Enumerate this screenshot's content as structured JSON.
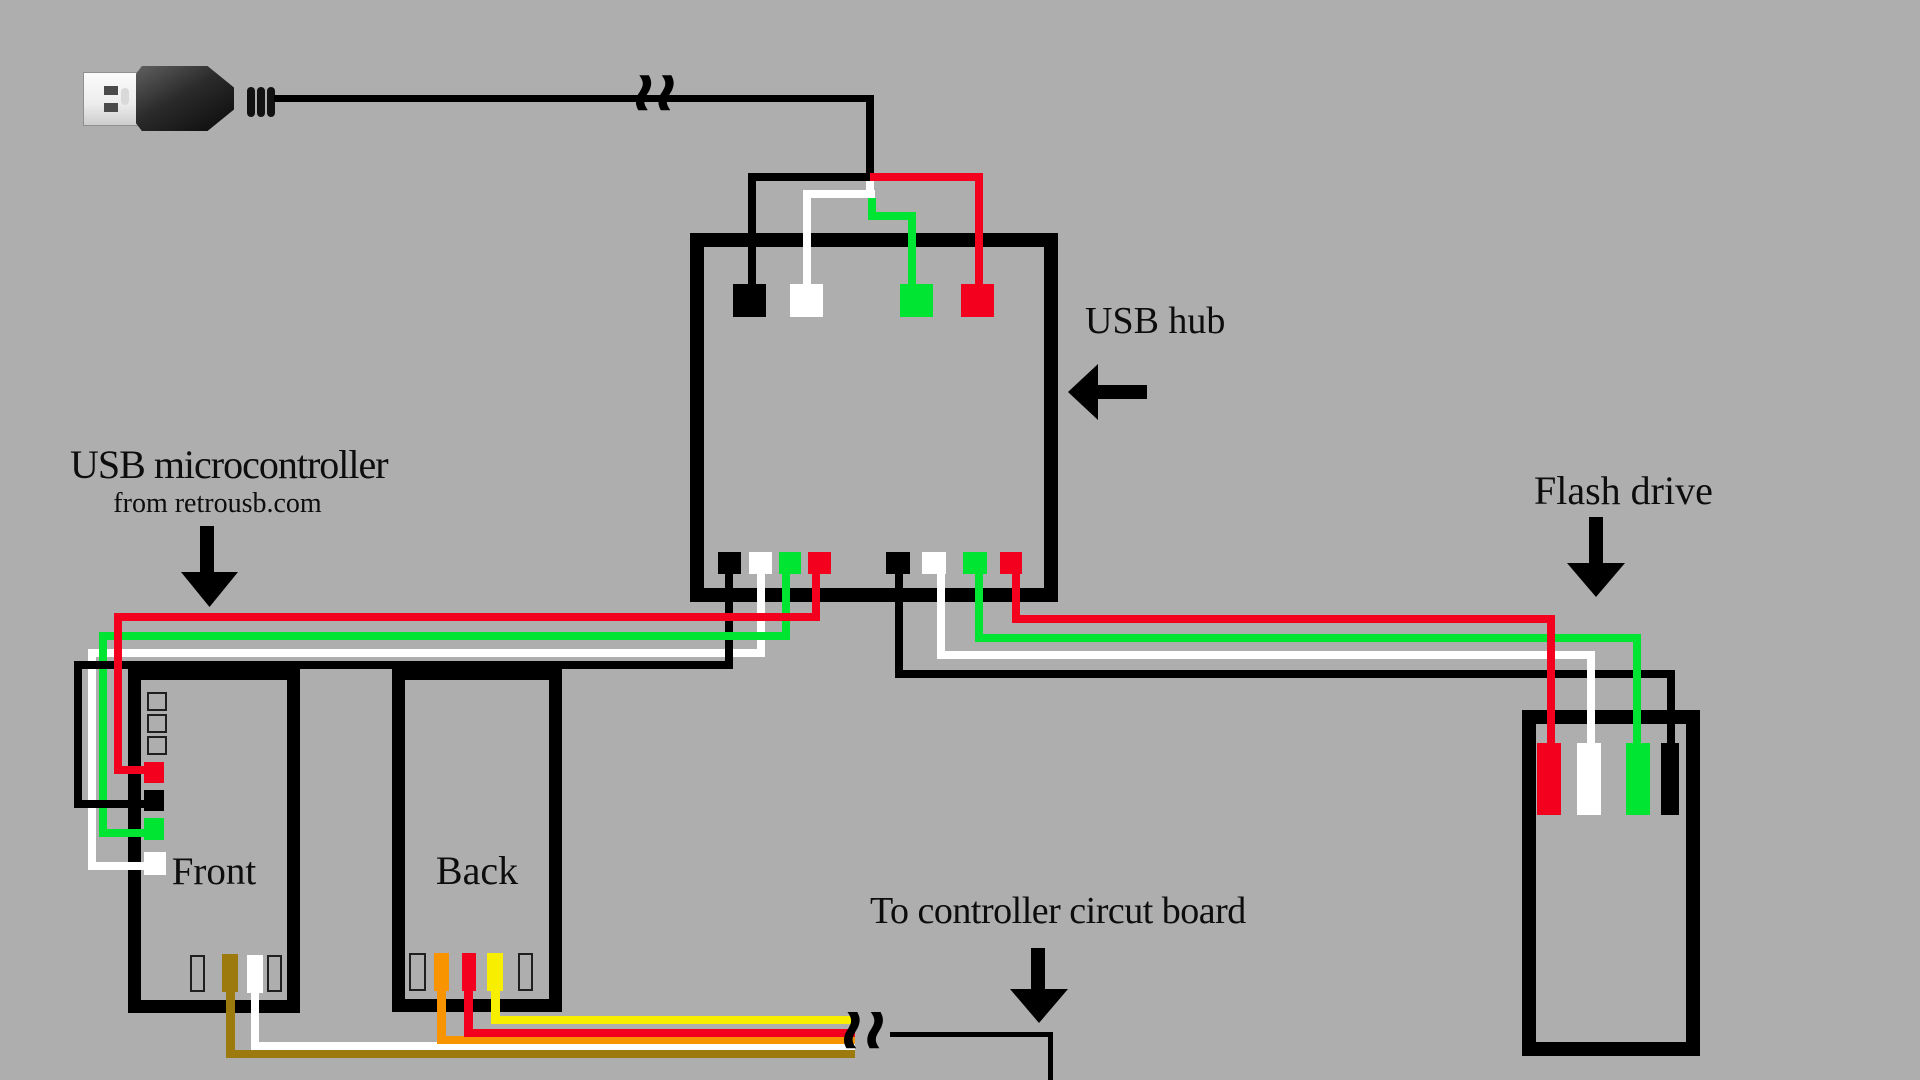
{
  "scene": {
    "description": "Hand-drawn wiring diagram showing a USB plug cable into a USB hub, hub wired to a USB microcontroller board (Front/Back views) and to a flash drive, with a separate wire bundle going to a controller circuit board"
  },
  "labels": {
    "usb_hub": "USB hub",
    "usb_microcontroller_title": "USB microcontroller",
    "usb_microcontroller_subtitle": "from retrousb.com",
    "flash_drive": "Flash drive",
    "to_controller": "To controller circut board",
    "front_board": "Front",
    "back_board": "Back"
  },
  "symbols": {
    "cable_break_top": "≀≀",
    "cable_break_bottom": "≀≀"
  },
  "colors": {
    "background": "#aeaeae",
    "wire-black": "#000000",
    "wire-white": "#ffffff",
    "wire-red": "#f3001e",
    "wire-green": "#00e432",
    "wire-brown": "#9c7a0e",
    "wire-orange": "#f79400",
    "wire-yellow": "#f8ef00",
    "box-outline": "#000000"
  },
  "pads": {
    "hub_top": [
      "black",
      "white",
      "green",
      "red"
    ],
    "hub_bottom_left": [
      "black",
      "white",
      "green",
      "red"
    ],
    "hub_bottom_right": [
      "black",
      "white",
      "green",
      "red"
    ],
    "front_left": [
      "red",
      "black",
      "green",
      "white"
    ],
    "front_bottom": [
      "brown",
      "white"
    ],
    "back_bottom": [
      "orange",
      "red",
      "yellow"
    ],
    "flash_drive": [
      "red",
      "white",
      "green",
      "black"
    ]
  }
}
